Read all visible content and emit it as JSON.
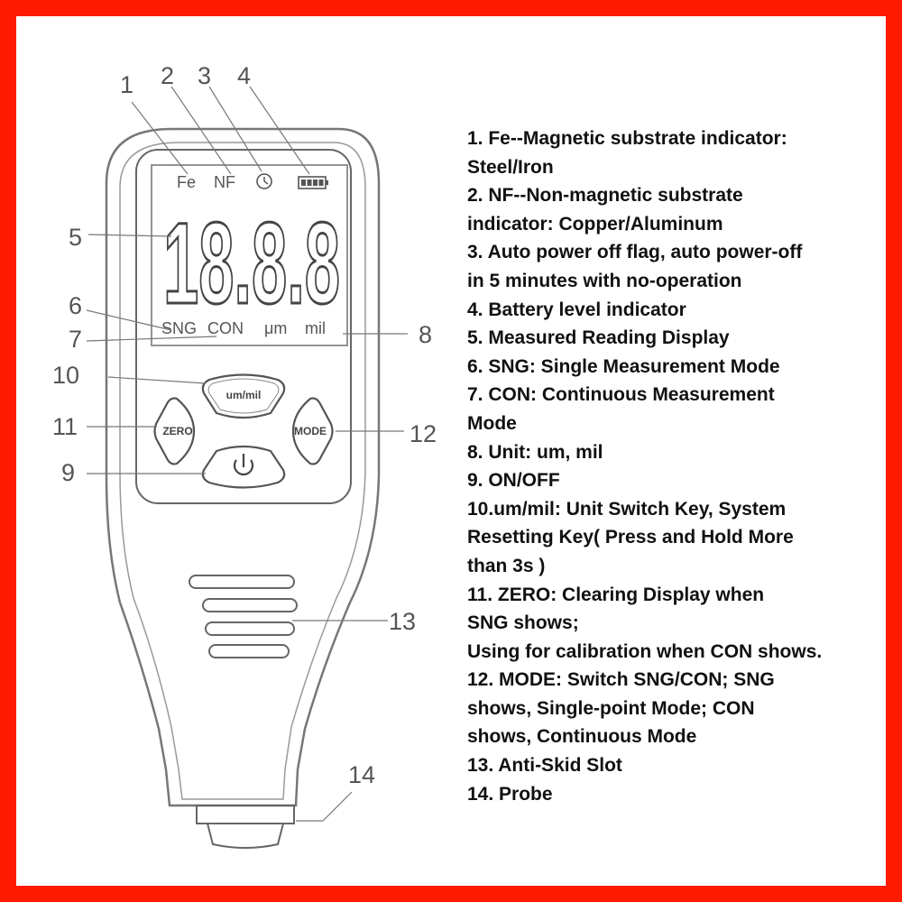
{
  "lcd": {
    "fe": "Fe",
    "nf": "NF",
    "reading": "18.8.8",
    "sng": "SNG",
    "con": "CON",
    "um": "μm",
    "mil": "mil"
  },
  "buttons": {
    "unit": "um/mil",
    "zero": "ZERO",
    "mode": "MODE"
  },
  "callouts": [
    "1",
    "2",
    "3",
    "4",
    "5",
    "6",
    "7",
    "8",
    "9",
    "10",
    "11",
    "12",
    "13",
    "14"
  ],
  "legend": [
    "1. Fe--Magnetic substrate indicator:",
    "Steel/Iron",
    "2. NF--Non-magnetic substrate",
    "indicator: Copper/Aluminum",
    "3. Auto power off flag, auto power-off",
    "in  5 minutes with no-operation",
    "4. Battery level indicator",
    "5. Measured Reading Display",
    "6. SNG: Single Measurement Mode",
    "7. CON: Continuous Measurement",
    "Mode",
    "8. Unit: um, mil",
    "9. ON/OFF",
    "10.um/mil: Unit Switch Key, System",
    "Resetting Key( Press and Hold More",
    "than 3s )",
    "11. ZERO: Clearing Display when",
    "SNG shows;",
    "Using for calibration when CON shows.",
    "12. MODE: Switch SNG/CON; SNG",
    "shows, Single-point Mode; CON",
    "shows, Continuous Mode",
    "13. Anti-Skid Slot",
    "14. Probe"
  ]
}
